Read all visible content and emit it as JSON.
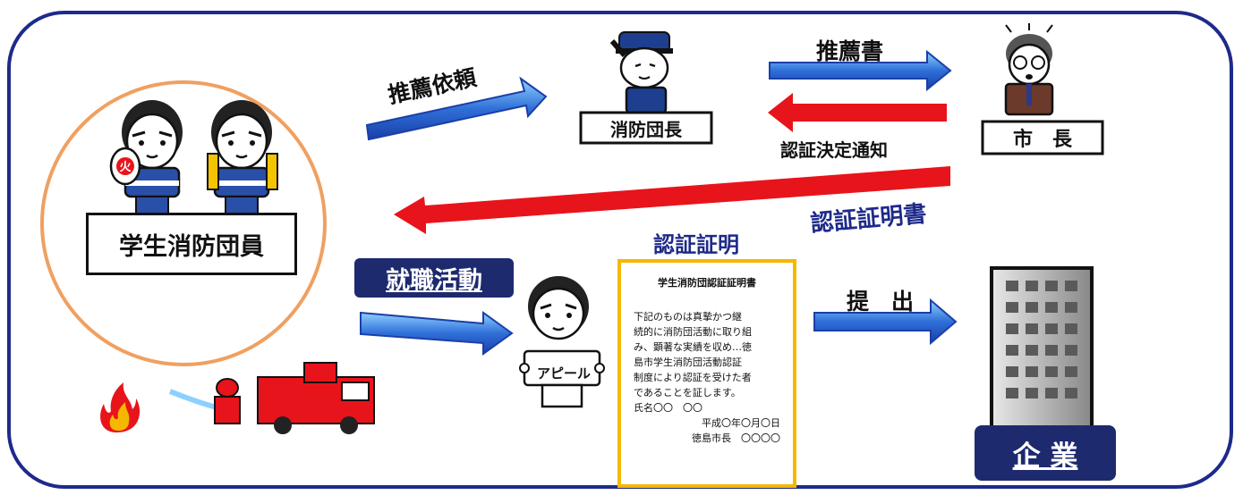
{
  "labels": {
    "student_members": "学生消防団員",
    "fire_chief": "消防団長",
    "mayor": "市　長",
    "recommendation_request": "推薦依頼",
    "recommendation_letter": "推薦書",
    "certification_notice": "認証決定通知",
    "certificate": "認証証明書",
    "certification_proof": "認証証明",
    "job_hunting": "就職活動",
    "submit": "提　出",
    "appeal": "アピール",
    "company": "企 業",
    "lantern_char": "火"
  },
  "document": {
    "title": "学生消防団認証証明書",
    "body": "下記のものは真摯かつ継\n続的に消防団活動に取り組\nみ、顕著な実績を収め…徳\n島市学生消防団活動認証\n制度により認証を受けた者\nであることを証します。\n氏名〇〇　〇〇",
    "date": "平成〇年〇月〇日",
    "mayor_line": "徳島市長　〇〇〇〇"
  },
  "colors": {
    "frame": "#1e2a8a",
    "blue_arrow": "#3a7bd5",
    "red_arrow": "#e8141b",
    "circle": "#f0a060",
    "navy": "#1e2a6e",
    "doc_border": "#f5b800",
    "label_navy": "#1e2a8a"
  },
  "icons": [
    "student-firefighter-icon",
    "fire-chief-icon",
    "mayor-icon",
    "job-seeker-icon",
    "fire-icon",
    "fire-truck-icon",
    "building-icon",
    "document-icon"
  ]
}
